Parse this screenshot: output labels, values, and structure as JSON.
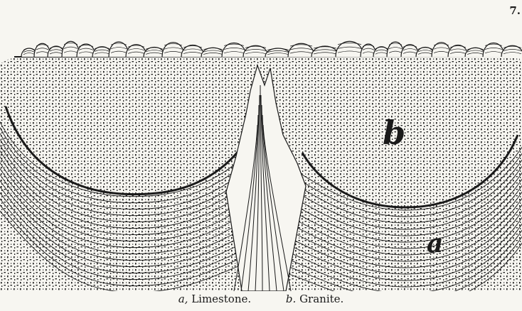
{
  "figure": {
    "number": "7.",
    "labels": {
      "granite_letter": "b",
      "limestone_letter": "a"
    },
    "legend": [
      {
        "key": "a,",
        "text": "Limestone."
      },
      {
        "key": "b.",
        "text": "Granite."
      }
    ],
    "colors": {
      "paper": "#f7f6f1",
      "ink": "#1a1a1a"
    }
  }
}
